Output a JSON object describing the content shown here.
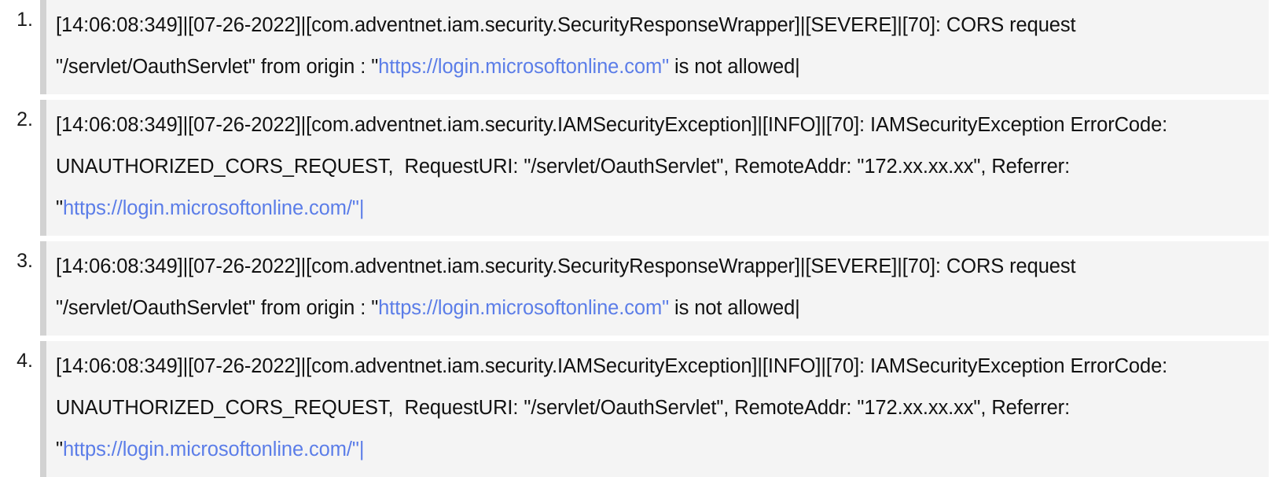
{
  "page": {
    "type": "ordered-log-list",
    "background_color": "#ffffff",
    "block_background_color": "#f4f4f4",
    "block_border_color": "#d2d2d2",
    "link_color": "#5b7de8",
    "text_color": "#111111"
  },
  "log_entries": [
    {
      "marker": "1.",
      "segments": [
        {
          "kind": "text",
          "value": "[14:06:08:349]|[07-26-2022]|[com.adventnet.iam.security.SecurityResponseWrapper]|[SEVERE]|[70]: CORS request \"/servlet/OauthServlet\" from origin : \""
        },
        {
          "kind": "link",
          "value": "https://login.microsoftonline.com\""
        },
        {
          "kind": "text",
          "value": " is not allowed|"
        }
      ]
    },
    {
      "marker": "2.",
      "segments": [
        {
          "kind": "text",
          "value": "[14:06:08:349]|[07-26-2022]|[com.adventnet.iam.security.IAMSecurityException]|[INFO]|[70]: IAMSecurityException ErrorCode: UNAUTHORIZED_CORS_REQUEST,  RequestURI: \"/servlet/OauthServlet\", RemoteAddr: \"172.xx.xx.xx\", Referrer: \""
        },
        {
          "kind": "link",
          "value": "https://login.microsoftonline.com/\"|"
        }
      ]
    },
    {
      "marker": "3.",
      "segments": [
        {
          "kind": "text",
          "value": "[14:06:08:349]|[07-26-2022]|[com.adventnet.iam.security.SecurityResponseWrapper]|[SEVERE]|[70]: CORS request \"/servlet/OauthServlet\" from origin : \""
        },
        {
          "kind": "link",
          "value": "https://login.microsoftonline.com\""
        },
        {
          "kind": "text",
          "value": " is not allowed|"
        }
      ]
    },
    {
      "marker": "4.",
      "segments": [
        {
          "kind": "text",
          "value": "[14:06:08:349]|[07-26-2022]|[com.adventnet.iam.security.IAMSecurityException]|[INFO]|[70]: IAMSecurityException ErrorCode: UNAUTHORIZED_CORS_REQUEST,  RequestURI: \"/servlet/OauthServlet\", RemoteAddr: \"172.xx.xx.xx\", Referrer: \""
        },
        {
          "kind": "link",
          "value": "https://login.microsoftonline.com/\"|"
        }
      ]
    }
  ]
}
